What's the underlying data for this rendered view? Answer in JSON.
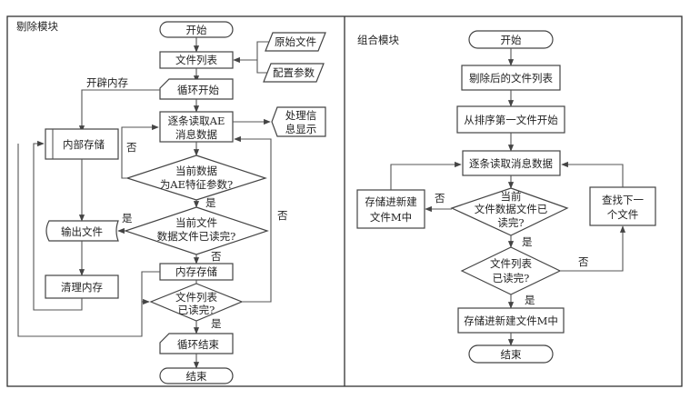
{
  "left_panel": {
    "title": "剔除模块",
    "nodes": {
      "start": "开始",
      "file_list": "文件列表",
      "raw_file": "原始文件",
      "config_params": "配置参数",
      "alloc_memory": "开辟内存",
      "loop_start": "循环开始",
      "read_ae_line1": "逐条读取AE",
      "read_ae_line2": "消息数据",
      "display_line1": "处理信",
      "display_line2": "息显示",
      "internal_storage": "内部存储",
      "is_ae_line1": "当前数据",
      "is_ae_line2": "为AE特征参数?",
      "file_done_line1": "当前文件",
      "file_done_line2": "数据文件已读完?",
      "output_file": "输出文件",
      "memory_storage": "内存存储",
      "clear_memory": "清理内存",
      "list_done_line1": "文件列表",
      "list_done_line2": "已读完?",
      "loop_end": "循环结束",
      "end": "结束"
    },
    "labels": {
      "no_1": "否",
      "yes_1": "是",
      "yes_2": "是",
      "no_2": "否",
      "no_3": "否",
      "yes_3": "是"
    }
  },
  "right_panel": {
    "title": "组合模块",
    "nodes": {
      "start": "开始",
      "filtered_list": "剔除后的文件列表",
      "from_first": "从排序第一文件开始",
      "read_msg": "逐条读取消息数据",
      "file_done_line1": "当前",
      "file_done_line2": "文件数据文件已",
      "file_done_line3": "读完?",
      "store_new_line1": "存储进新建",
      "store_new_line2": "文件M中",
      "find_next_line1": "查找下一",
      "find_next_line2": "个文件",
      "list_done_line1": "文件列表",
      "list_done_line2": "已读完?",
      "store_final": "存储进新建文件M中",
      "end": "结束"
    },
    "labels": {
      "no_1": "否",
      "yes_1": "是",
      "no_2": "否",
      "yes_2": "是"
    }
  }
}
